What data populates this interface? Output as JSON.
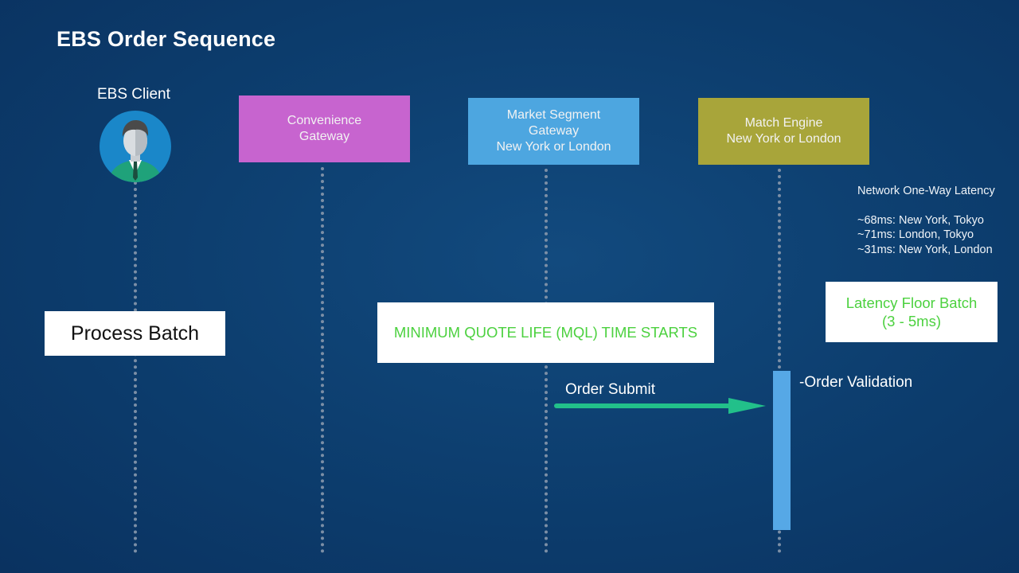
{
  "title": "EBS Order Sequence",
  "participants": [
    {
      "label": "EBS Client",
      "icon": "person-avatar-icon"
    },
    {
      "lines": [
        "Convenience",
        "Gateway"
      ],
      "color": "#c764cf"
    },
    {
      "lines": [
        "Market Segment",
        "Gateway",
        "New York or London"
      ],
      "color": "#4da6e0"
    },
    {
      "lines": [
        "Match Engine",
        "New York or London"
      ],
      "color": "#a8a53a"
    }
  ],
  "latency": {
    "heading": "Network One-Way Latency",
    "items": [
      "~68ms: New York, Tokyo",
      "~71ms: London, Tokyo",
      "~31ms: New York, London"
    ]
  },
  "notes": {
    "process_batch": "Process Batch",
    "mql": "MINIMUM QUOTE LIFE (MQL) TIME STARTS",
    "latency_floor": [
      "Latency Floor Batch",
      "(3 -  5ms)"
    ]
  },
  "messages": {
    "order_submit": "Order Submit",
    "order_validation": "-Order Validation"
  },
  "colors": {
    "note_text_green": "#4cd13f",
    "arrow": "#22c08a",
    "activation": "#56a8e6"
  }
}
